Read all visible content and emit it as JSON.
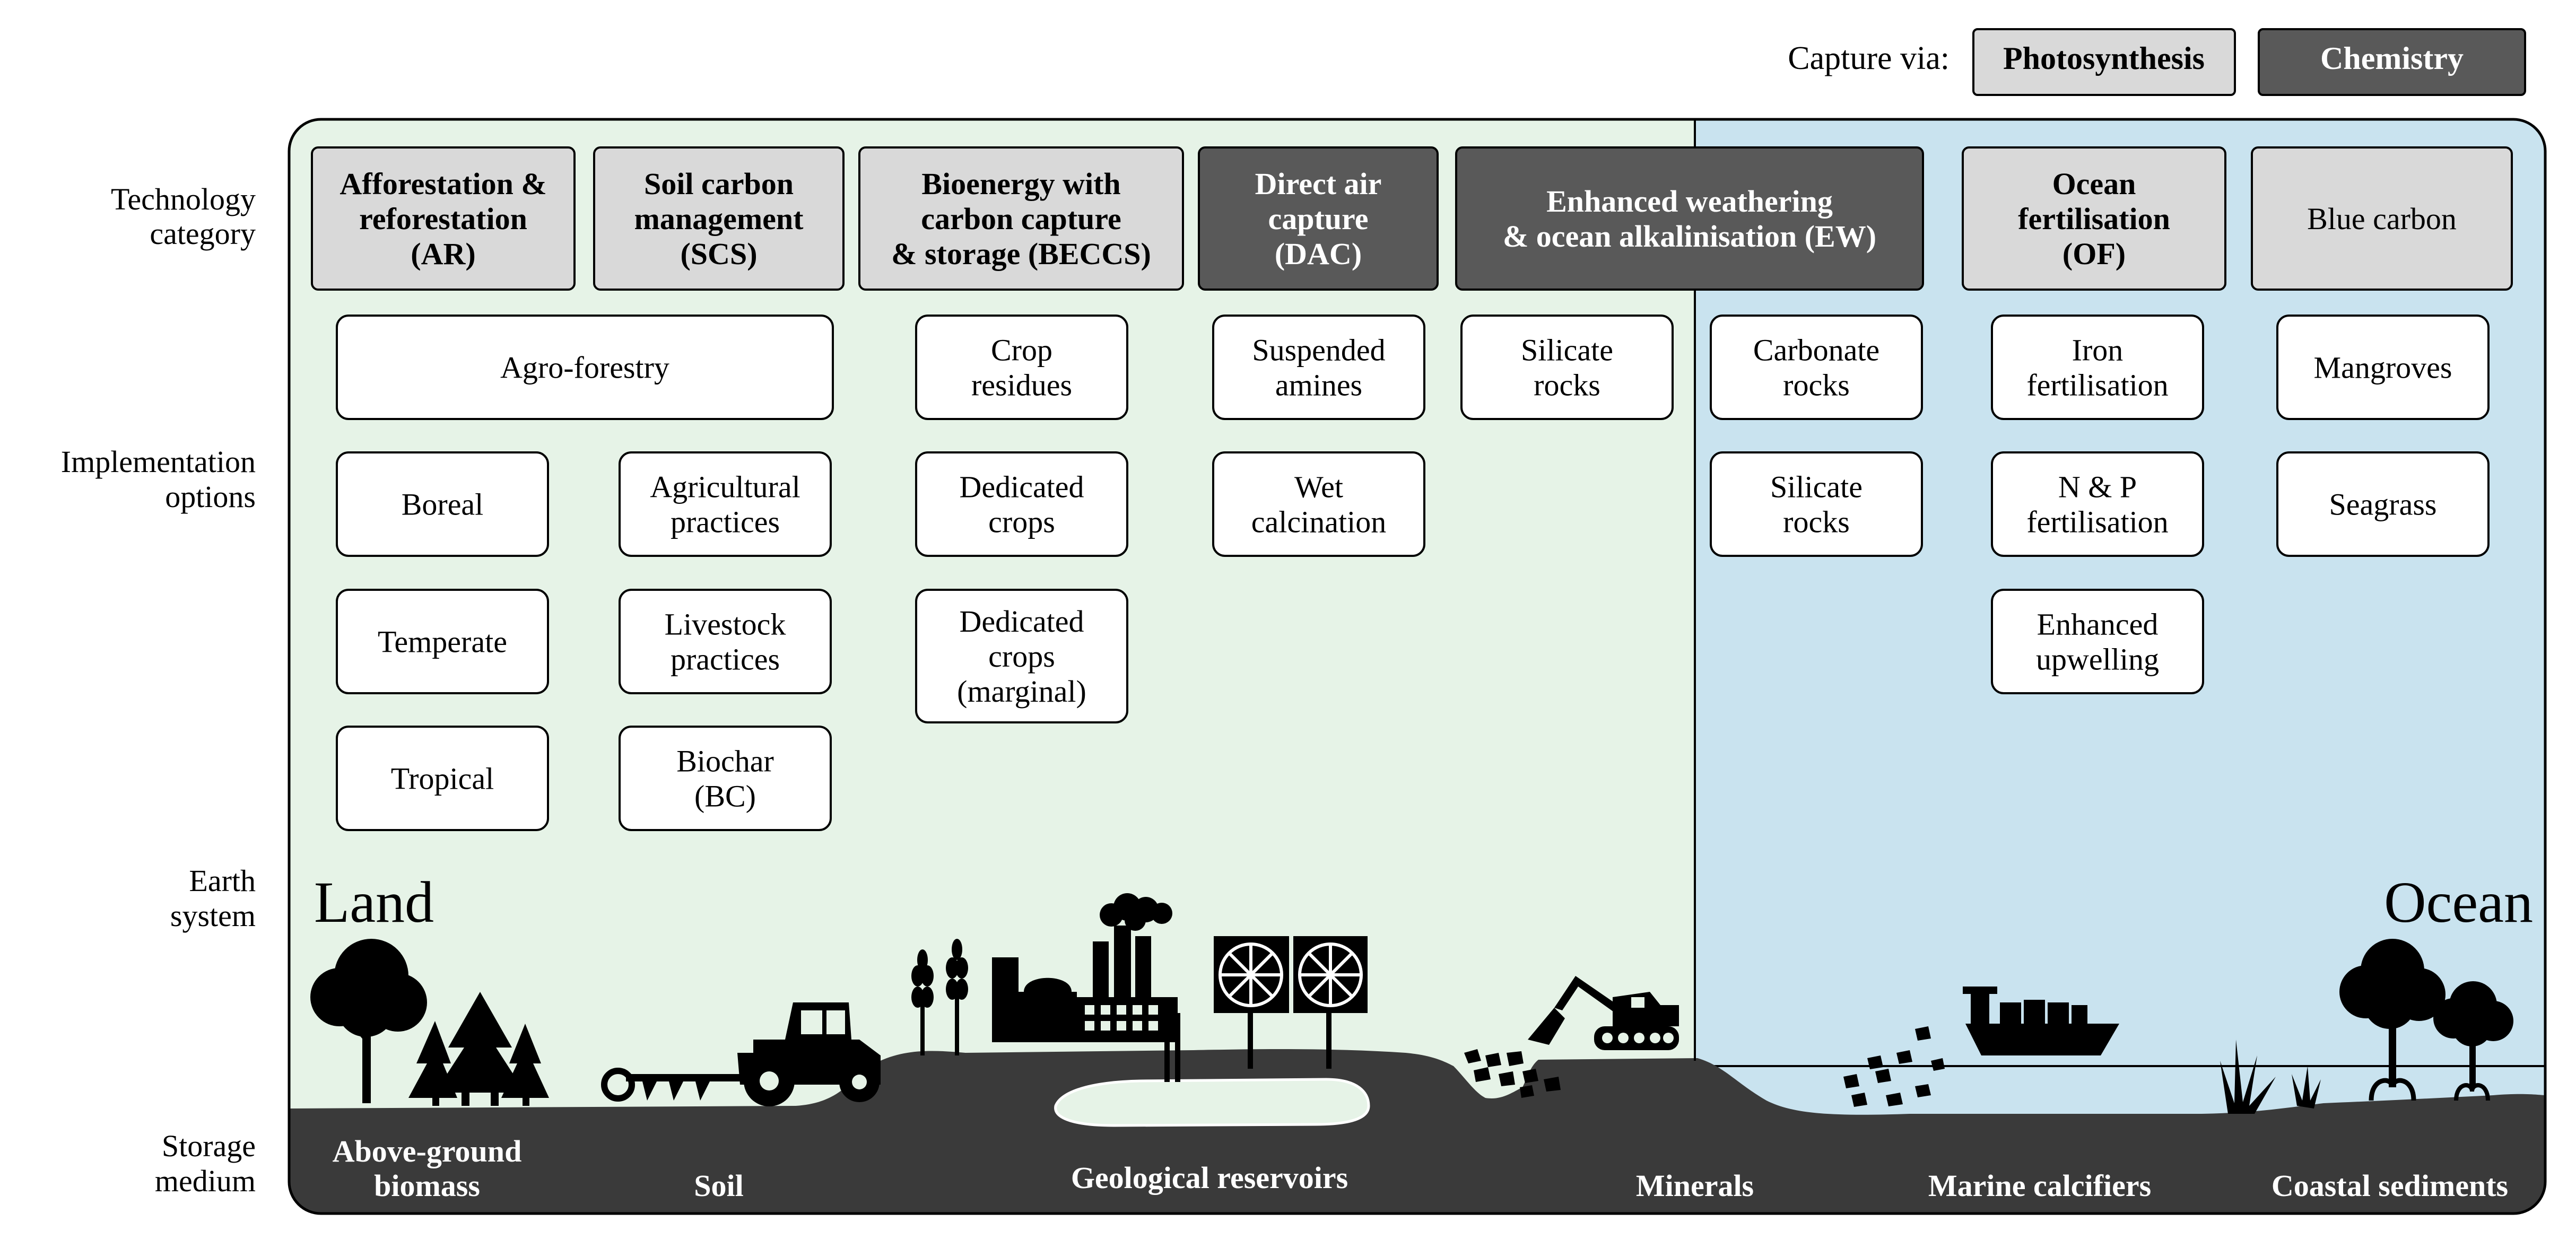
{
  "legend": {
    "title": "Capture via:",
    "photosynthesis": "Photosynthesis",
    "chemistry": "Chemistry"
  },
  "row_labels": {
    "technology": [
      "Technology",
      "category"
    ],
    "implementation": [
      "Implementation",
      "options"
    ],
    "earth": [
      "Earth",
      "system"
    ],
    "storage": [
      "Storage",
      "medium"
    ]
  },
  "regions": {
    "land": "Land",
    "ocean": "Ocean"
  },
  "categories": [
    {
      "lines": [
        "Afforestation &",
        "reforestation",
        "(AR)"
      ],
      "capture": "photosynthesis"
    },
    {
      "lines": [
        "Soil carbon",
        "management",
        "(SCS)"
      ],
      "capture": "photosynthesis"
    },
    {
      "lines": [
        "Bioenergy with",
        "carbon capture",
        "& storage (BECCS)"
      ],
      "capture": "photosynthesis"
    },
    {
      "lines": [
        "Direct air",
        "capture",
        "(DAC)"
      ],
      "capture": "chemistry"
    },
    {
      "lines": [
        "Enhanced weathering",
        "& ocean alkalinisation (EW)"
      ],
      "capture": "chemistry"
    },
    {
      "lines": [
        "Ocean",
        "fertilisation",
        "(OF)"
      ],
      "capture": "photosynthesis"
    },
    {
      "lines": [
        "Blue carbon"
      ],
      "capture": "photosynthesis"
    }
  ],
  "options": [
    {
      "lines": [
        "Agro-forestry"
      ]
    },
    {
      "lines": [
        "Boreal"
      ]
    },
    {
      "lines": [
        "Temperate"
      ]
    },
    {
      "lines": [
        "Tropical"
      ]
    },
    {
      "lines": [
        "Agricultural",
        "practices"
      ]
    },
    {
      "lines": [
        "Livestock",
        "practices"
      ]
    },
    {
      "lines": [
        "Biochar",
        "(BC)"
      ]
    },
    {
      "lines": [
        "Crop",
        "residues"
      ]
    },
    {
      "lines": [
        "Dedicated",
        "crops"
      ]
    },
    {
      "lines": [
        "Dedicated",
        "crops",
        "(marginal)"
      ]
    },
    {
      "lines": [
        "Suspended",
        "amines"
      ]
    },
    {
      "lines": [
        "Wet",
        "calcination"
      ]
    },
    {
      "lines": [
        "Silicate",
        "rocks"
      ]
    },
    {
      "lines": [
        "Carbonate",
        "rocks"
      ]
    },
    {
      "lines": [
        "Silicate",
        "rocks"
      ]
    },
    {
      "lines": [
        "Iron",
        "fertilisation"
      ]
    },
    {
      "lines": [
        "N & P",
        "fertilisation"
      ]
    },
    {
      "lines": [
        "Enhanced",
        "upwelling"
      ]
    },
    {
      "lines": [
        "Mangroves"
      ]
    },
    {
      "lines": [
        "Seagrass"
      ]
    }
  ],
  "storage_media": [
    {
      "lines": [
        "Above-ground",
        "biomass"
      ]
    },
    {
      "lines": [
        "Soil"
      ]
    },
    {
      "lines": [
        "Geological reservoirs"
      ]
    },
    {
      "lines": [
        "Minerals"
      ]
    },
    {
      "lines": [
        "Marine calcifiers"
      ]
    },
    {
      "lines": [
        "Coastal sediments"
      ]
    }
  ],
  "colors": {
    "land_bg": "#e6f3e7",
    "ocean_bg": "#c9e3ef",
    "photosynthesis_fill": "#d9d9d9",
    "chemistry_fill": "#595959",
    "ground": "#3a3a3a",
    "silhouette": "#000000"
  },
  "icons": [
    "legend-photosynthesis",
    "legend-chemistry",
    "tree-icon",
    "conifer-forest-icon",
    "tractor-plough-icon",
    "wheat-icon",
    "power-plant-icon",
    "dac-fan-icon",
    "excavator-icon",
    "rocks-icon",
    "cargo-ship-icon",
    "mangrove-tree-icon",
    "seagrass-icon"
  ]
}
